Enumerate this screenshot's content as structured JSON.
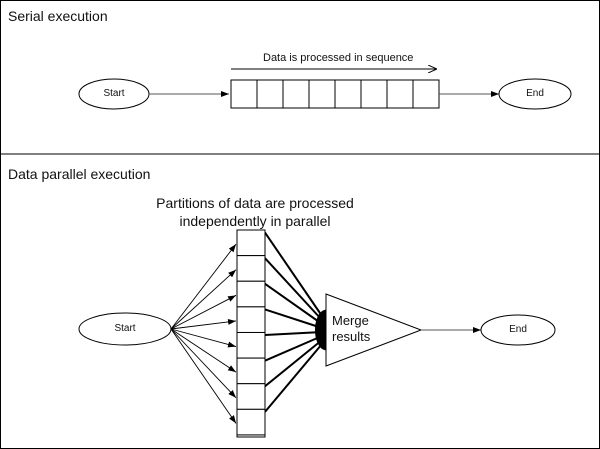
{
  "colors": {
    "stroke": "#000000",
    "text": "#111111",
    "background": "#ffffff",
    "divider": "#000000"
  },
  "serial": {
    "title": "Serial execution",
    "caption": "Data is processed in sequence",
    "start_label": "Start",
    "end_label": "End",
    "cell_count": 8
  },
  "parallel": {
    "title": "Data parallel execution",
    "caption_line1": "Partitions of data are processed",
    "caption_line2": "independently in parallel",
    "start_label": "Start",
    "end_label": "End",
    "merge_line1": "Merge",
    "merge_line2": "results",
    "partition_count": 8
  }
}
